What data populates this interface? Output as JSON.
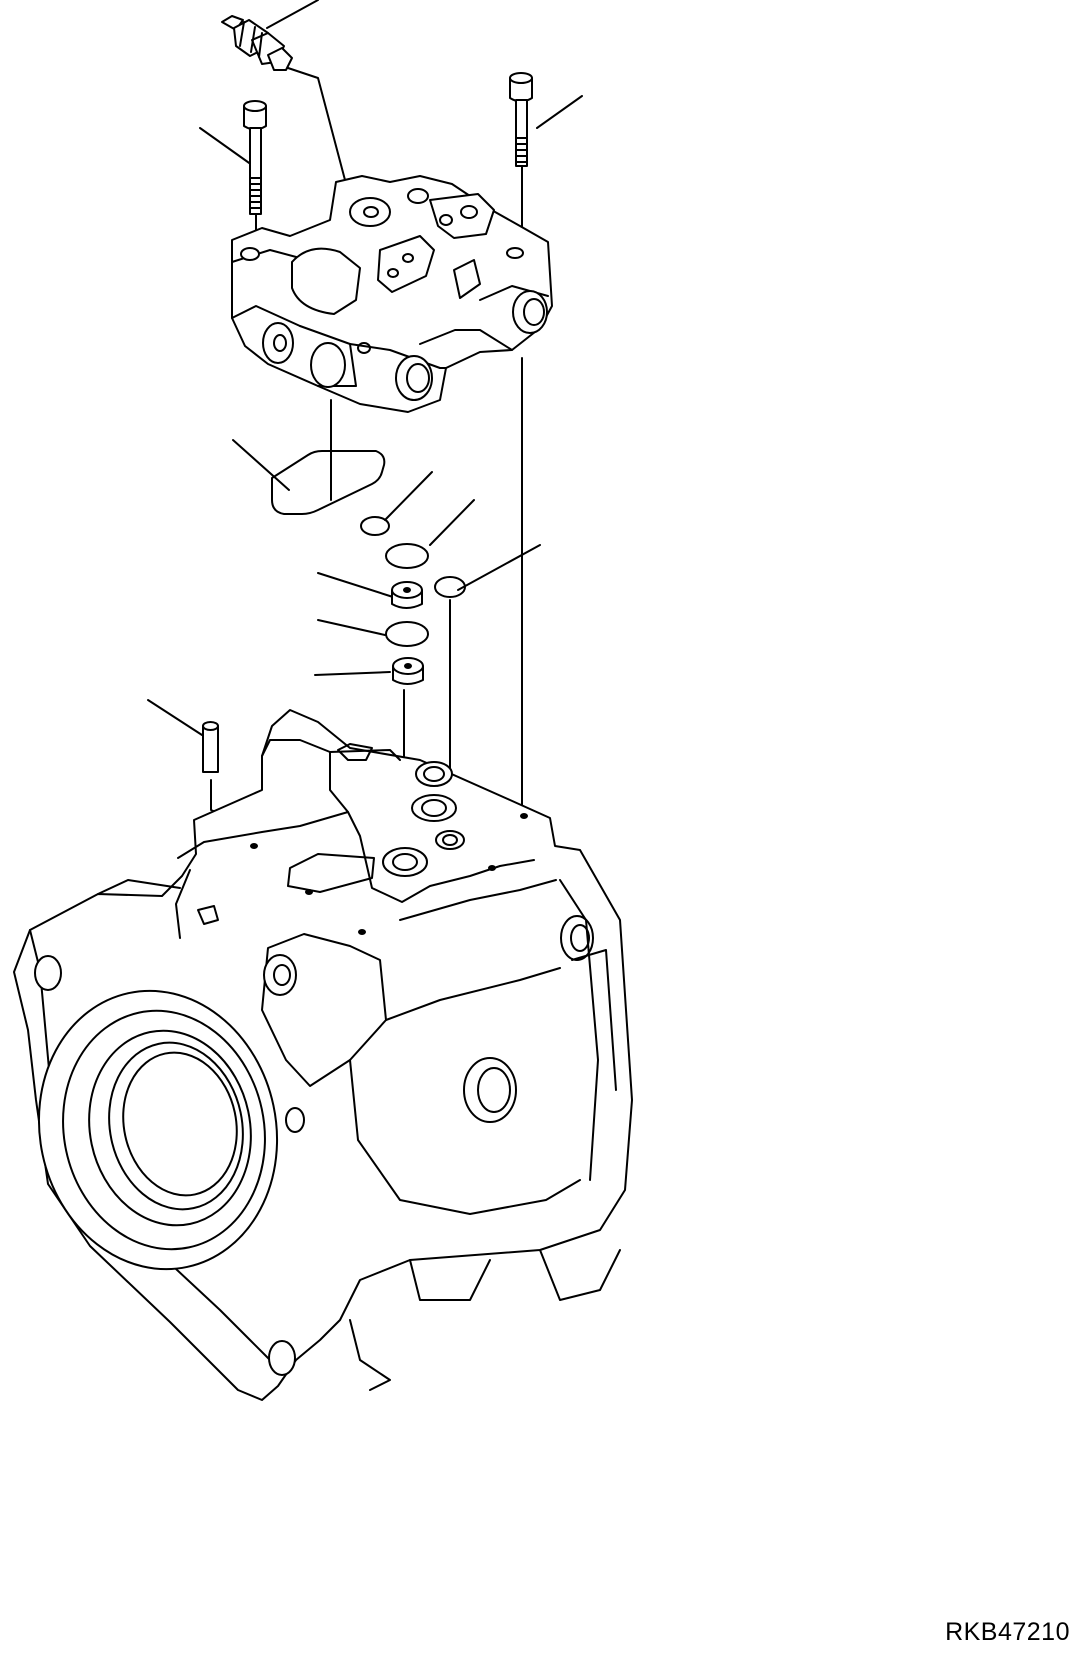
{
  "figure": {
    "reference_code": "RKB47210"
  },
  "parts": [
    {
      "name": "sensor"
    },
    {
      "name": "bolt-left"
    },
    {
      "name": "bolt-right"
    },
    {
      "name": "valve-block"
    },
    {
      "name": "gasket"
    },
    {
      "name": "o-ring-small"
    },
    {
      "name": "o-ring-medium"
    },
    {
      "name": "o-ring-right"
    },
    {
      "name": "orifice-upper"
    },
    {
      "name": "o-ring-lower"
    },
    {
      "name": "orifice-lower"
    },
    {
      "name": "dowel-pin"
    },
    {
      "name": "pump-housing"
    }
  ]
}
